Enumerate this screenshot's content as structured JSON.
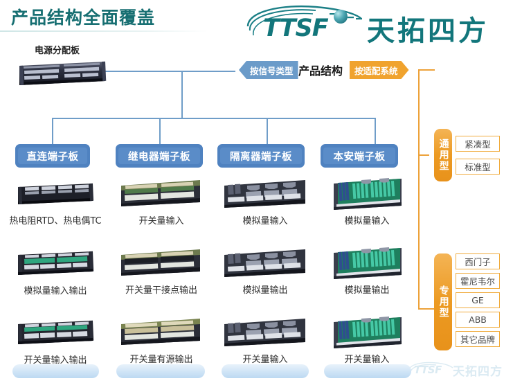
{
  "title": "产品结构全面覆盖",
  "brand": {
    "latin": "TTSF",
    "chinese": "天拓四方",
    "watermark_latin": "TTSF",
    "watermark_chinese": "天拓四方",
    "color": "#12767b"
  },
  "banner": {
    "left_tag": "按信号类型",
    "center": "产品结构",
    "right_tag": "按适配系统",
    "left_color": "#6b9bc9",
    "right_color": "#f0a32e"
  },
  "power_board": {
    "label": "电源分配板"
  },
  "categories": [
    {
      "label": "直连端子板"
    },
    {
      "label": "继电器端子板"
    },
    {
      "label": "隔离器端子板"
    },
    {
      "label": "本安端子板"
    }
  ],
  "products": {
    "row1": [
      {
        "caption": "热电阻RTD、热电偶TC",
        "style": "black"
      },
      {
        "caption": "开关量输入",
        "style": "relay"
      },
      {
        "caption": "模拟量输入",
        "style": "isolator"
      },
      {
        "caption": "模拟量输入",
        "style": "intrinsic"
      }
    ],
    "row2": [
      {
        "caption": "模拟量输入输出",
        "style": "black"
      },
      {
        "caption": "开关量干接点输出",
        "style": "relay"
      },
      {
        "caption": "模拟量输出",
        "style": "isolator"
      },
      {
        "caption": "模拟量输出",
        "style": "intrinsic"
      }
    ],
    "row3": [
      {
        "caption": "开关量输入输出",
        "style": "black"
      },
      {
        "caption": "开关量有源输出",
        "style": "relay"
      },
      {
        "caption": "开关量输入",
        "style": "isolator"
      },
      {
        "caption": "开关量输入",
        "style": "intrinsic"
      }
    ]
  },
  "adapt": {
    "general": {
      "label": "通用型",
      "items": [
        "紧凑型",
        "标准型"
      ]
    },
    "dedicated": {
      "label": "专用型",
      "items": [
        "西门子",
        "霍尼韦尔",
        "GE",
        "ABB",
        "其它品牌"
      ]
    },
    "accent": "#ec9a22"
  }
}
